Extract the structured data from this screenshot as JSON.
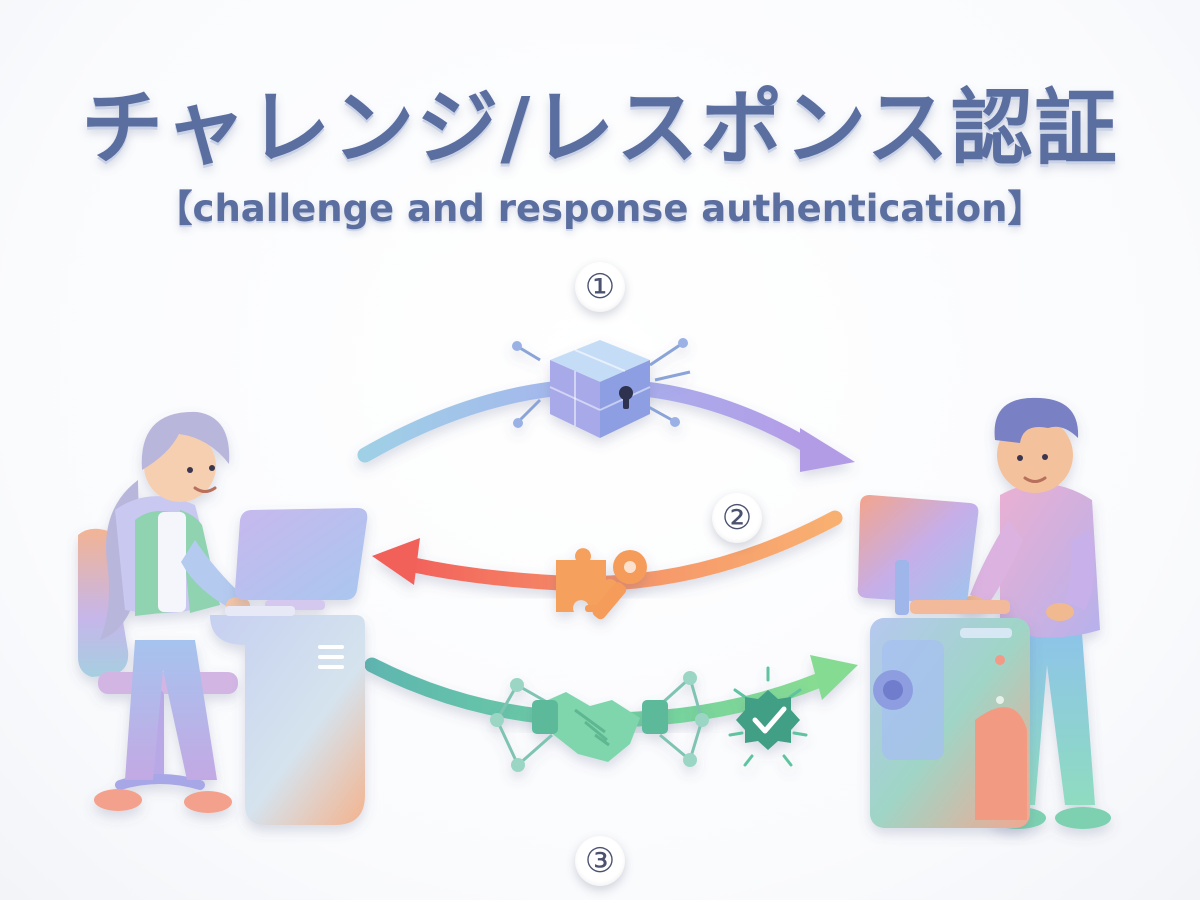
{
  "title": "チャレンジ/レスポンス認証",
  "subtitle": "【challenge and response authentication】",
  "steps": [
    {
      "number": "①",
      "icon": "puzzle-cube-lock-icon",
      "direction": "left-to-right"
    },
    {
      "number": "②",
      "icon": "puzzle-key-icon",
      "direction": "right-to-left"
    },
    {
      "number": "③",
      "icon": "handshake-check-icon",
      "direction": "left-to-right"
    }
  ],
  "colors": {
    "title": "#5b6ea0",
    "arrow_1": "#a7b4f0",
    "arrow_2": "#f5835f",
    "arrow_3": "#63c7a4",
    "check_badge": "#3f9f84"
  }
}
